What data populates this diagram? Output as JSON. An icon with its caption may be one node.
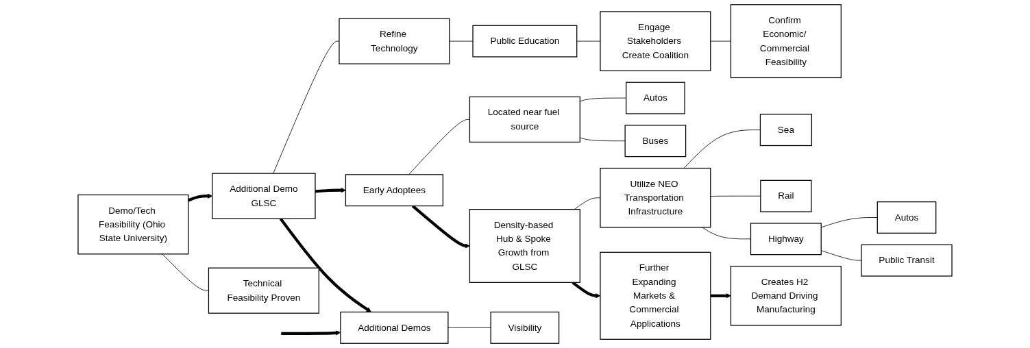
{
  "diagram": {
    "nodes": [
      {
        "text": [
          "Demo/Tech Feasibility (Ohio State University)"
        ]
      },
      {
        "text": [
          "Technical Feasibility Proven"
        ]
      },
      {
        "text": [
          "Additional Demo",
          "GLSC"
        ]
      },
      {
        "text": [
          "Refine Technology"
        ]
      },
      {
        "text": [
          "Public Education"
        ]
      },
      {
        "text": [
          "Engage Stakeholders Create Coalition"
        ]
      },
      {
        "text": [
          "Confirm Economic/ Commercial Feasibility"
        ]
      },
      {
        "text": [
          "Additional Demos"
        ]
      },
      {
        "text": [
          "Visibility"
        ]
      },
      {
        "text": [
          "Early Adoptees"
        ]
      },
      {
        "text": [
          "Located near fuel source"
        ]
      },
      {
        "text": [
          "Autos"
        ]
      },
      {
        "text": [
          "Buses"
        ]
      },
      {
        "text": [
          "Density-based Hub & Spoke Growth from GLSC"
        ]
      },
      {
        "text": [
          "Utilize NEO Transportation Infrastructure"
        ]
      },
      {
        "text": [
          "Sea"
        ]
      },
      {
        "text": [
          "Rail"
        ]
      },
      {
        "text": [
          "Highway"
        ]
      },
      {
        "text": [
          "Autos"
        ]
      },
      {
        "text": [
          "Public Transit"
        ]
      },
      {
        "text": [
          "Further Expanding Markets & Commercial Applications"
        ]
      },
      {
        "text": [
          "Creates H2 Demand Driving Manufacturing"
        ]
      }
    ],
    "edges": [
      {
        "from": 0,
        "to": 2,
        "arrow": "to",
        "style": "thick"
      },
      {
        "from": 0,
        "to": 1,
        "arrow": "none"
      },
      {
        "from": 2,
        "to": 3,
        "arrow": "none"
      },
      {
        "from": 3,
        "to": 4,
        "arrow": "none"
      },
      {
        "from": 4,
        "to": 5,
        "arrow": "none"
      },
      {
        "from": 5,
        "to": 6,
        "arrow": "none"
      },
      {
        "from": 2,
        "to": 9,
        "arrow": "to",
        "style": "thick"
      },
      {
        "from": 2,
        "to": 7,
        "arrow": "to",
        "style": "thick"
      },
      {
        "from": null,
        "to": 7,
        "arrow": "to",
        "style": "thick"
      },
      {
        "from": 7,
        "to": 8,
        "arrow": "none"
      },
      {
        "from": 9,
        "to": 10,
        "arrow": "none"
      },
      {
        "from": 10,
        "to": 11,
        "arrow": "none"
      },
      {
        "from": 10,
        "to": 12,
        "arrow": "none"
      },
      {
        "from": 9,
        "to": 13,
        "arrow": "to",
        "style": "thick"
      },
      {
        "from": 13,
        "to": 14,
        "arrow": "none"
      },
      {
        "from": 14,
        "to": 15,
        "arrow": "none"
      },
      {
        "from": 14,
        "to": 16,
        "arrow": "none"
      },
      {
        "from": 14,
        "to": 17,
        "arrow": "none"
      },
      {
        "from": 17,
        "to": 18,
        "arrow": "none"
      },
      {
        "from": 17,
        "to": 19,
        "arrow": "none"
      },
      {
        "from": 13,
        "to": 20,
        "arrow": "to",
        "style": "thick"
      },
      {
        "from": 20,
        "to": 21,
        "arrow": "to",
        "style": "thick"
      }
    ]
  }
}
